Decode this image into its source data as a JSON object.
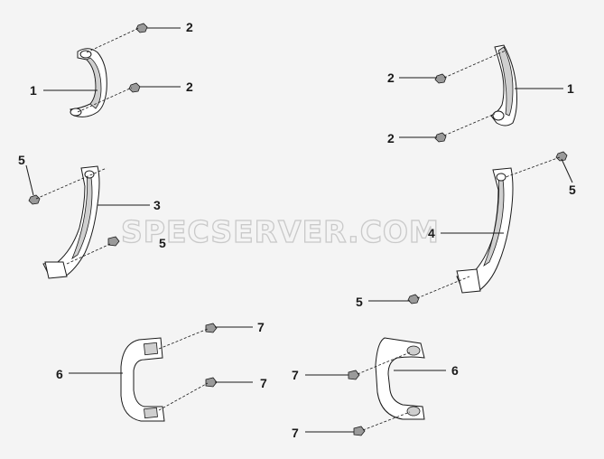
{
  "watermark": "SPECSERVER.COM",
  "callouts": {
    "c1a": "1",
    "c1b": "1",
    "c2a": "2",
    "c2b": "2",
    "c2c": "2",
    "c2d": "2",
    "c3": "3",
    "c4": "4",
    "c5a": "5",
    "c5b": "5",
    "c5c": "5",
    "c5d": "5",
    "c6a": "6",
    "c6b": "6",
    "c7a": "7",
    "c7b": "7",
    "c7c": "7",
    "c7d": "7"
  }
}
